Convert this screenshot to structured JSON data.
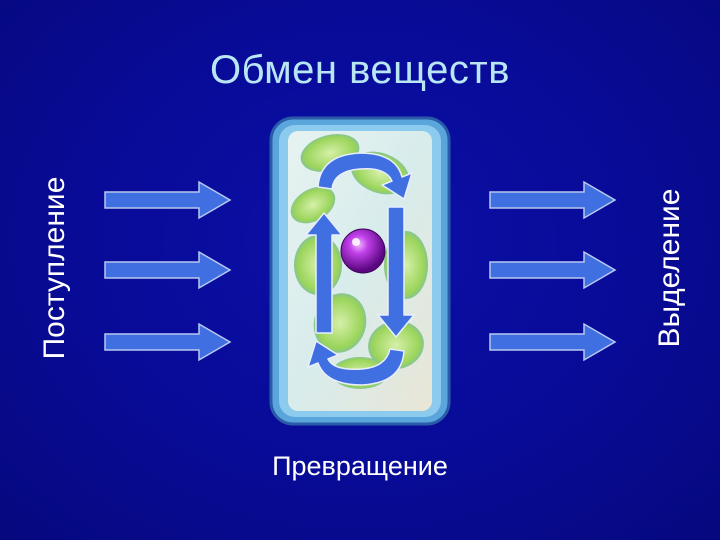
{
  "slide": {
    "title": "Обмен веществ",
    "left_label": "Поступление",
    "right_label": "Выделение",
    "bottom_label": "Превращение"
  },
  "colors": {
    "background": "#080b96",
    "title_text": "#b9e6f4",
    "label_text": "#ffffff",
    "arrow_fill": "#3f6fe0",
    "arrow_stroke": "#b8c8f0",
    "cell_border": "#6fb6e6",
    "chloroplast": "#9ad45a",
    "nucleus": "#9b18c8"
  },
  "icons": {
    "input_arrows": "right-arrow-icon",
    "output_arrows": "right-arrow-icon",
    "cycle_arrows": "cycle-arrows-icon",
    "cell": "plant-cell-icon"
  }
}
